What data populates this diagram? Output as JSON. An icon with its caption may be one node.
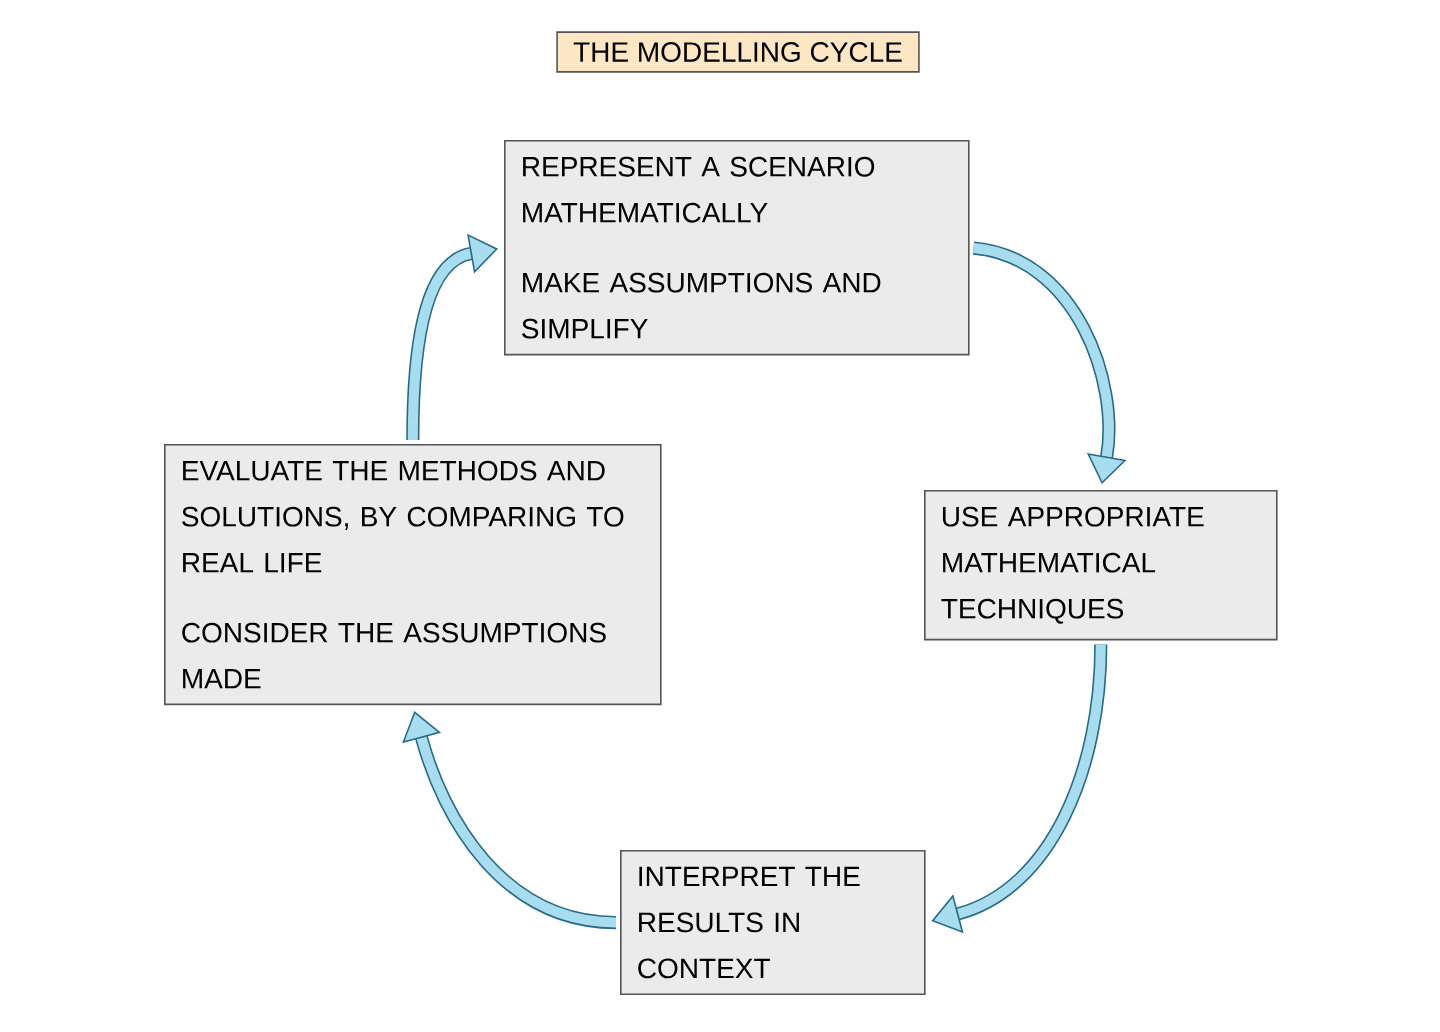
{
  "diagram": {
    "title": "THE MODELLING CYCLE",
    "nodes": [
      {
        "text": [
          "REPRESENT A SCENARIO MATHEMATICALLY",
          "MAKE ASSUMPTIONS AND SIMPLIFY"
        ]
      },
      {
        "text": [
          "USE APPROPRIATE MATHEMATICAL TECHNIQUES"
        ]
      },
      {
        "text": [
          "INTERPRET THE RESULTS IN CONTEXT"
        ]
      },
      {
        "text": [
          "EVALUATE THE METHODS AND SOLUTIONS, BY COMPARING TO REAL LIFE",
          "CONSIDER THE ASSUMPTIONS MADE"
        ]
      }
    ],
    "edges": [
      {
        "from": 0,
        "to": 1,
        "arrow": "to"
      },
      {
        "from": 1,
        "to": 2,
        "arrow": "to"
      },
      {
        "from": 2,
        "to": 3,
        "arrow": "to"
      },
      {
        "from": 3,
        "to": 0,
        "arrow": "to"
      }
    ]
  }
}
